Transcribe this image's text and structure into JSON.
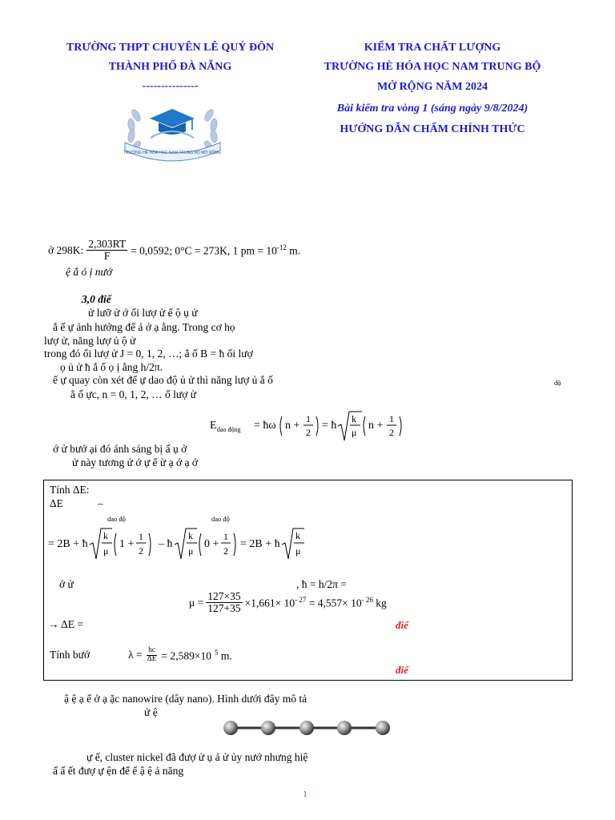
{
  "header": {
    "school_line1": "TRƯỜNG THPT CHUYÊN LÊ QUÝ ĐÔN",
    "school_line2": "THÀNH PHỐ ĐÀ NẴNG",
    "school_dashes": "---------------",
    "exam_line1": "KIỂM TRA CHẤT LƯỢNG",
    "exam_line2": "TRƯỜNG HÈ HÓA HỌC NAM TRUNG BỘ",
    "exam_line3": "MỞ RỘNG NĂM 2024",
    "exam_round": "Bài kiểm tra vòng 1 (sáng ngày 9/8/2024)",
    "exam_guide": "HƯỚNG DẪN CHẤM CHÍNH THỨC",
    "logo_ribbon": "TRƯỜNG HÈ HÓA HỌC NAM TRUNG BỘ MỞ RỘNG"
  },
  "constants": {
    "prefix": "ở 298K:",
    "frac_num": "2,303RT",
    "frac_den": "F",
    "rest": "= 0,0592; 0°C = 273K, 1 pm = 10",
    "exp": "-12",
    "unit": " m.",
    "line2": "ệ          ắ          ó                              ị     nướ"
  },
  "problem": {
    "points": "3,0 điể",
    "l1": "ử lưỡ                 ử  ớ           ối lượ                   ử                      ể          ộ     ụ                ử",
    "l2": "ắ     ế     ự                   ảnh hưởng để           ả                         ở   ạ                 ằng. Trong cơ họ",
    "l3": "lượ      ử, năng lượ              ủ         ộ              ử",
    "l4": "trong đó   ối lượ        ử        J = 0, 1, 2, …;    ắ        ố          B = ħ                                ối lượ",
    "l5": "ọ      ủ           ử                     ħ       ắ        ố                   ọ                ị   ằng h/2π.",
    "l6": "ế          ự quay còn xét để    ự dao độ       ủ             ử thì năng lượ          ủ          ắ        ố",
    "l6_small": "độ",
    "l7": "ằ      ố  ực, n = 0, 1, 2, …    ố lượ       ử",
    "formula_lhs": "E",
    "formula_sub": "dao động",
    "l8": "ớ              ử                                                      bướ          ại đó ánh sáng bị    ấ       ụ   ở",
    "l9": "ử này tương ứ          ớ     ự        ể     ừ   ạ                 ớ                           ạ             ớ"
  },
  "answer": {
    "title": "Tính ΔE:",
    "de_line": "ΔE",
    "dash": "–",
    "dao_do1": "dao độ",
    "dao_do2": "dao độ",
    "mu_line": "ớ         ử",
    "hbar_def": ", ħ = h/2π =",
    "mu_num": "127×35",
    "mu_den": "127+35",
    "mu_rest": "×1,661× 10",
    "mu_exp1": "- 27",
    "mu_eq": " = 4,557× 10",
    "mu_exp2": "- 26",
    "mu_unit": " kg",
    "de_result": "→ ΔE  =",
    "points1": "điể",
    "lambda_label": "Tính bướ",
    "lambda_num": "hc",
    "lambda_den": "ΔE",
    "lambda_val": "= 2,589×10",
    "lambda_exp": "5",
    "lambda_unit": " m.",
    "points2": "điể"
  },
  "bottom": {
    "l1": "ậ    ệ                    ạ          ể ở   ạ                        ặc nanowire (dây nano). Hình dưới đây mô tả",
    "l2": "ử          ệ",
    "l3": "ự    ế, cluster nickel đã đượ     ử   ụ                                     ả     ử                               ủy nướ   nhưng hiệ",
    "l4": "ấ                ấ                           ết đượ     ự     ện để            ể         ậ    ệ                                          ả năng"
  },
  "page_number": "1",
  "colors": {
    "header_blue": "#1a1ad6",
    "score_red": "#e0201c",
    "page_num_blue": "#4472c4"
  }
}
